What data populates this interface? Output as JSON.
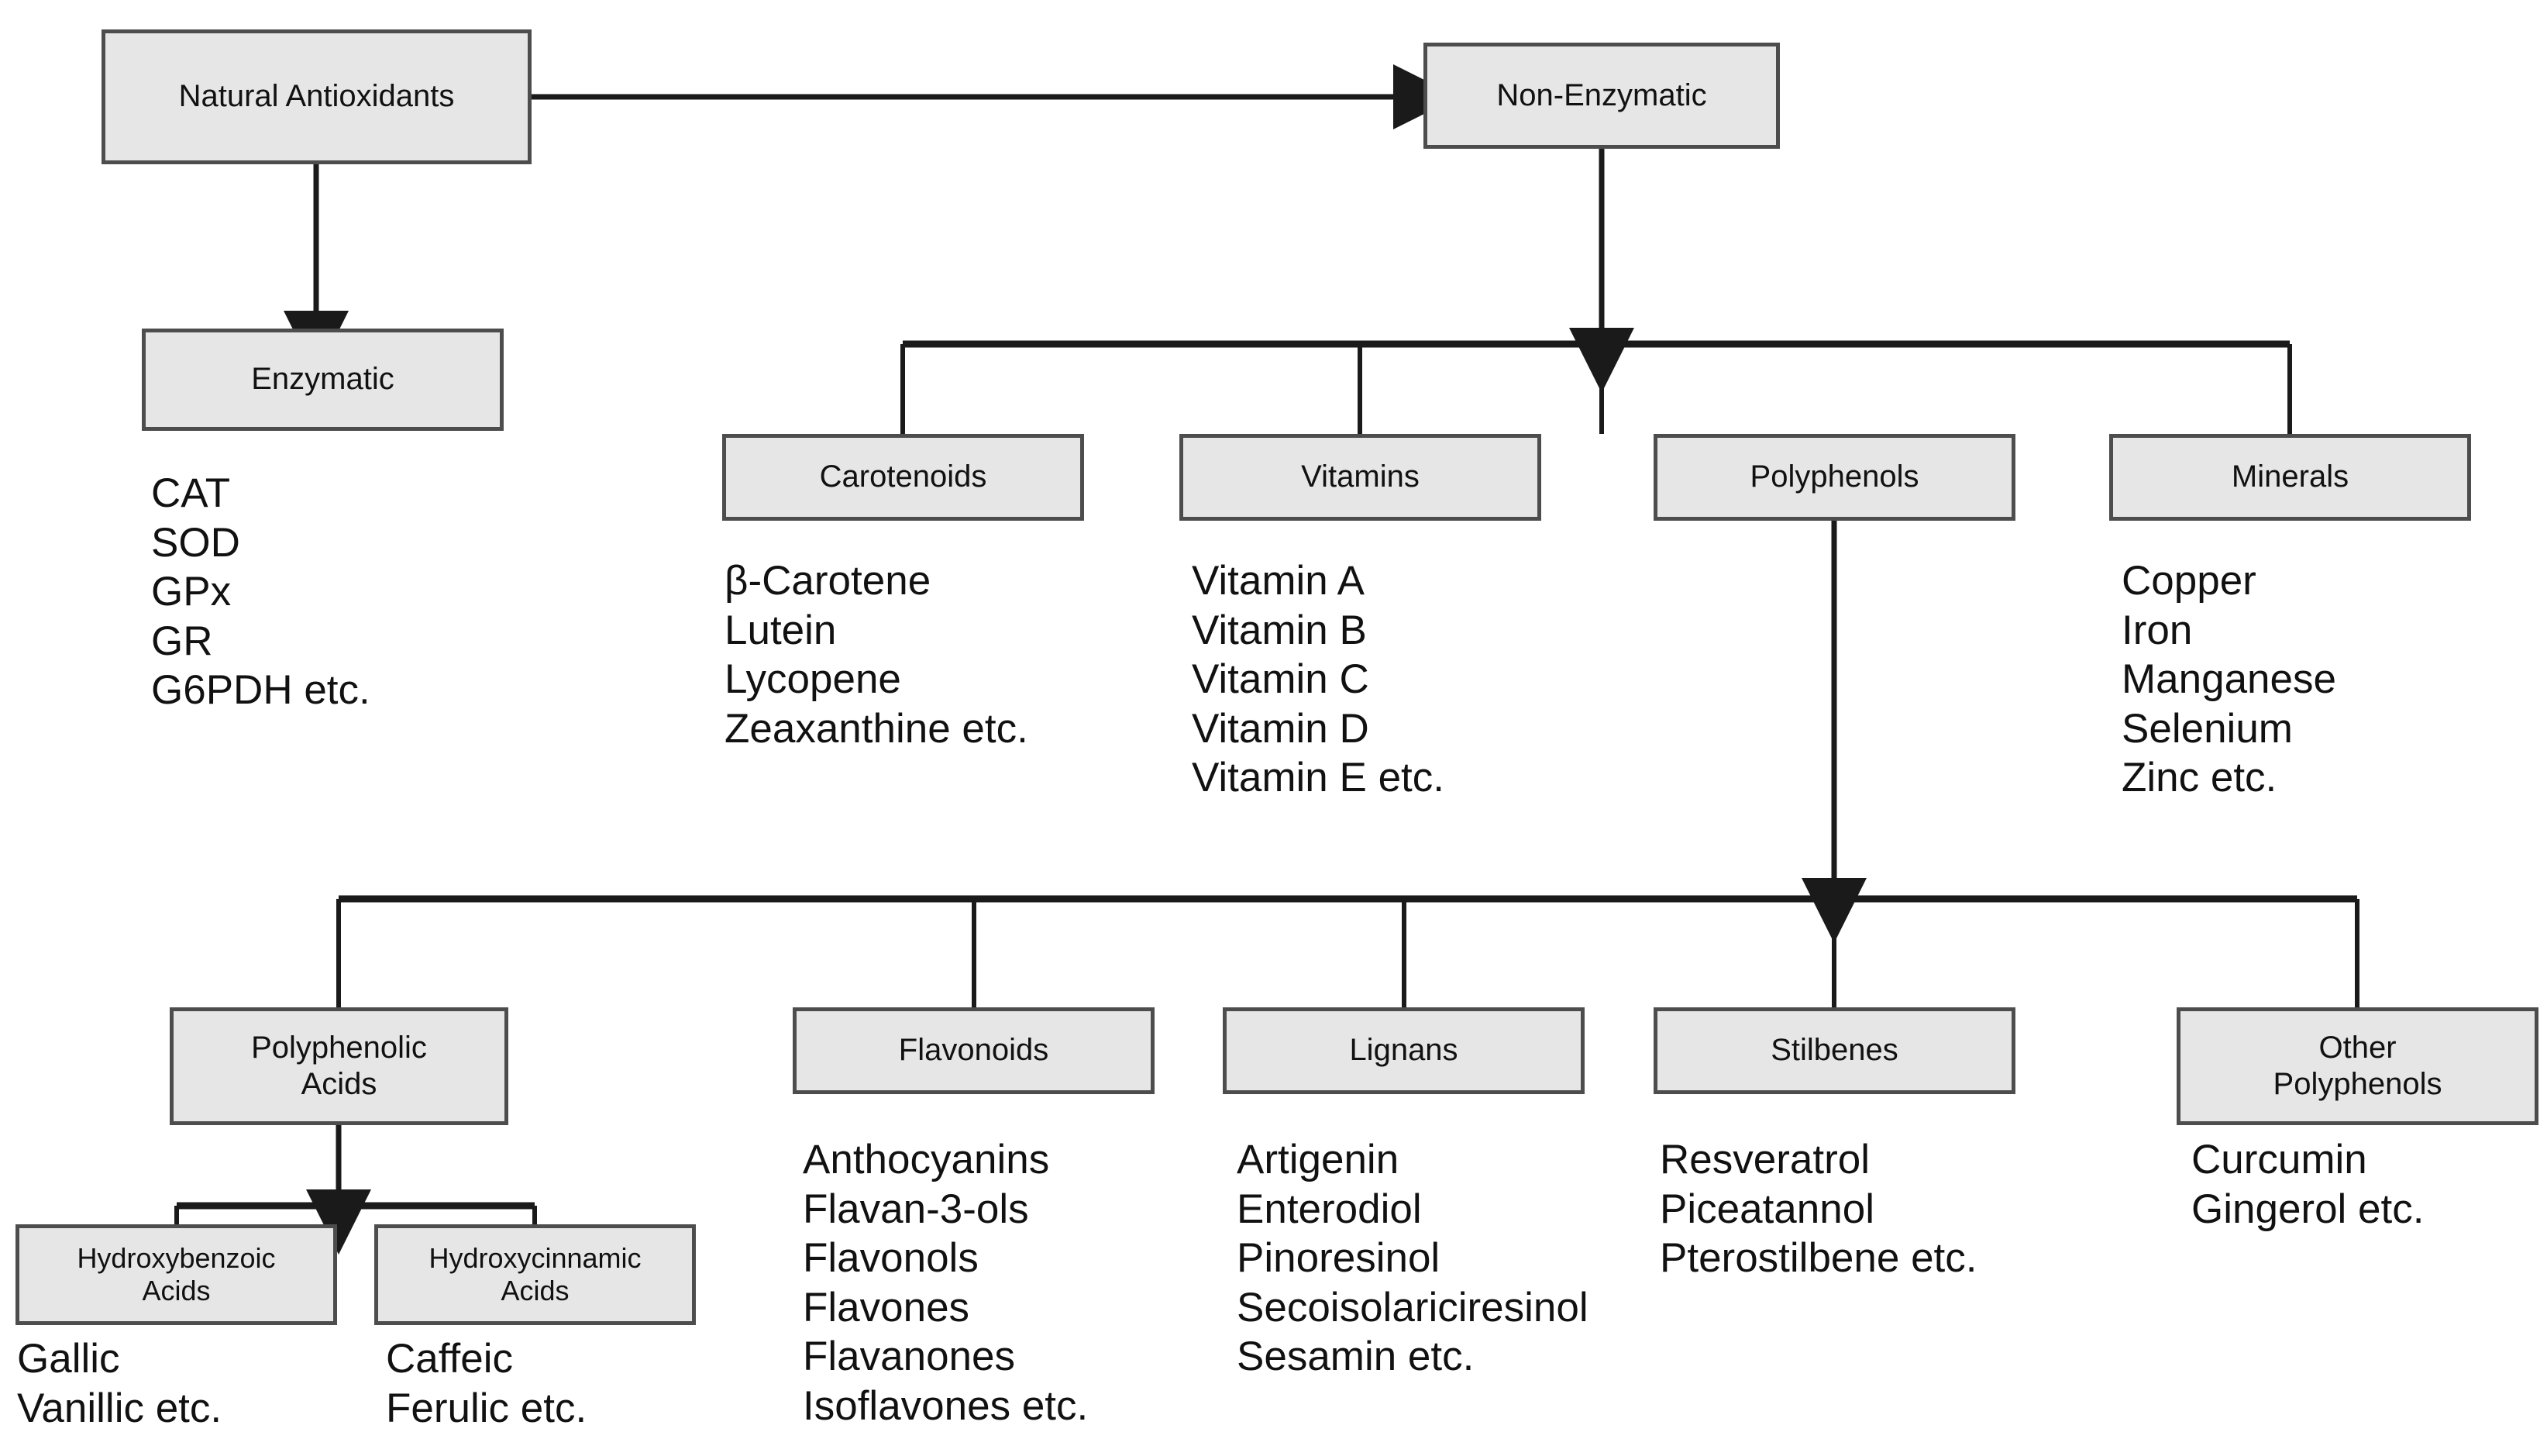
{
  "diagram": {
    "title": "Natural Antioxidants classification flowchart",
    "colors": {
      "node_fill": "#e6e6e6",
      "node_border": "#4d4d4d",
      "connector": "#1a1a1a",
      "text": "#111111",
      "background": "#ffffff"
    },
    "nodes": {
      "root": "Natural Antioxidants",
      "non_enzymatic": "Non-Enzymatic",
      "enzymatic": "Enzymatic",
      "carotenoids": "Carotenoids",
      "vitamins": "Vitamins",
      "polyphenols": "Polyphenols",
      "minerals": "Minerals",
      "polyphenolic_acids": "Polyphenolic\nAcids",
      "flavonoids": "Flavonoids",
      "lignans": "Lignans",
      "stilbenes": "Stilbenes",
      "other_polyphenols": "Other\nPolyphenols",
      "hydroxybenzoic_acids": "Hydroxybenzoic\nAcids",
      "hydroxycinnamic_acids": "Hydroxycinnamic\nAcids"
    },
    "lists": {
      "enzymatic": "CAT\nSOD\nGPx\nGR\nG6PDH etc.",
      "carotenoids": "β-Carotene\nLutein\nLycopene\nZeaxanthine etc.",
      "vitamins": "Vitamin A\nVitamin B\nVitamin C\nVitamin D\nVitamin E etc.",
      "minerals": "Copper\nIron\nManganese\nSelenium\nZinc etc.",
      "flavonoids": "Anthocyanins\nFlavan-3-ols\nFlavonols\nFlavones\nFlavanones\nIsoflavones etc.",
      "lignans": "Artigenin\nEnterodiol\nPinoresinol\nSecoisolariciresinol\nSesamin etc.",
      "stilbenes": "Resveratrol\nPiceatannol\nPterostilbene etc.",
      "other_polyphenols": "Curcumin\nGingerol etc.",
      "hydroxybenzoic_acids": "Gallic\nVanillic etc.",
      "hydroxycinnamic_acids": "Caffeic\nFerulic etc."
    },
    "edges": [
      {
        "from": "Natural Antioxidants",
        "to": "Non-Enzymatic",
        "style": "arrow-right"
      },
      {
        "from": "Natural Antioxidants",
        "to": "Enzymatic",
        "style": "arrow-down"
      },
      {
        "from": "Non-Enzymatic",
        "to": "Carotenoids / Vitamins / Polyphenols / Minerals",
        "style": "arrow-down-fanout"
      },
      {
        "from": "Polyphenols",
        "to": "Polyphenolic Acids / Flavonoids / Lignans / Stilbenes / Other Polyphenols",
        "style": "arrow-down-fanout"
      },
      {
        "from": "Polyphenolic Acids",
        "to": "Hydroxybenzoic Acids / Hydroxycinnamic Acids",
        "style": "arrow-down-fanout"
      }
    ]
  }
}
